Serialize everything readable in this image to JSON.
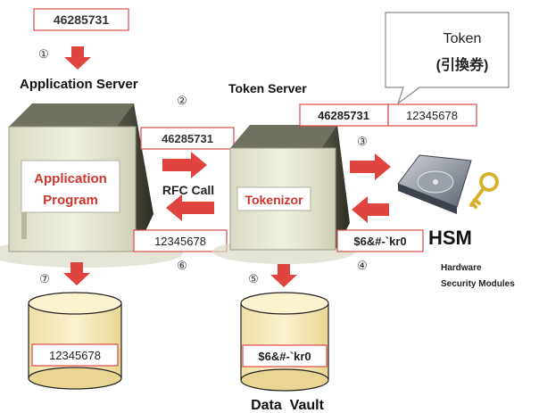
{
  "input_value": "46285731",
  "steps": [
    "①",
    "②",
    "③",
    "④",
    "⑤",
    "⑥",
    "⑦"
  ],
  "application_server": {
    "title": "Application Server",
    "program_line1": "Application",
    "program_line2": "Program"
  },
  "token_server": {
    "title": "Token Server",
    "tokenizer_label": "Tokenizor",
    "value_original": "46285731",
    "value_token": "12345678"
  },
  "callout": {
    "line1": "Token",
    "line2": "(引換券)"
  },
  "rfc": {
    "request_value": "46285731",
    "label": "RFC Call",
    "response_value": "12345678"
  },
  "hsm": {
    "label": "HSM",
    "desc_line1": "Hardware",
    "desc_line2": "Security Modules",
    "encrypted_value": "$6&#-`kr0"
  },
  "app_db": {
    "value": "12345678"
  },
  "data_vault": {
    "label": "Data  Vault",
    "value": "$6&#-`kr0"
  },
  "colors": {
    "arrow": "#e0443e",
    "text_red": "#d0342c",
    "box_border": "#d94a4a",
    "server_body": "#e8e8d2",
    "db_body": "#f7ebb7"
  }
}
